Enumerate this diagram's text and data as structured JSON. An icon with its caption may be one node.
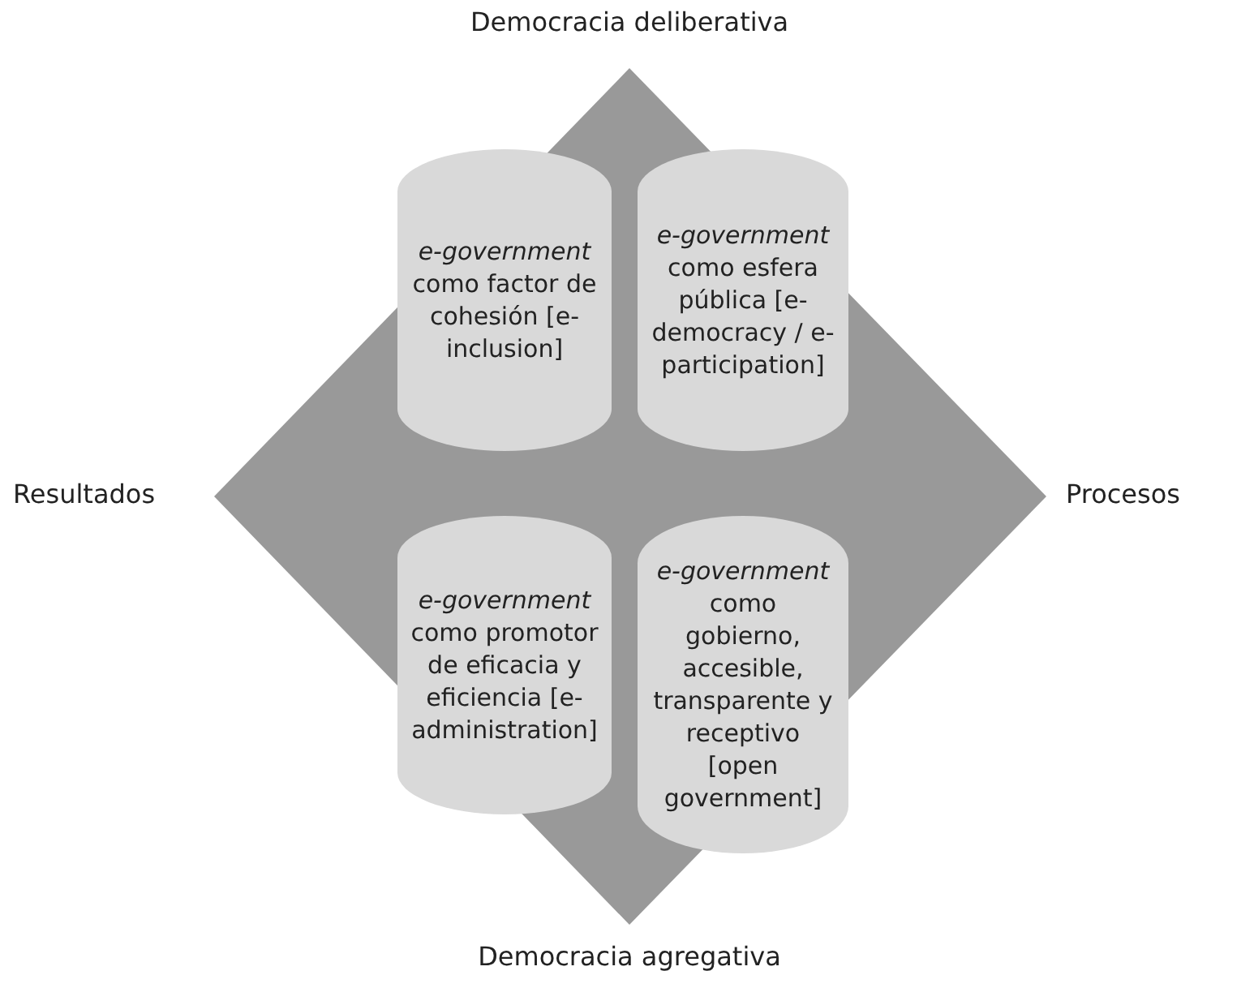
{
  "diagram": {
    "nodes": [
      {
        "text": [
          "*e-government* como factor de cohesión [e-inclusion]"
        ]
      },
      {
        "text": [
          "*e-government* como esfera pública [e-democracy / e-participation]"
        ]
      },
      {
        "text": [
          "*e-government* como promotor de eficacia y eficiencia [e-administration]"
        ]
      },
      {
        "text": [
          "*e-government* como gobierno, accesible, transparente y receptivo [open government]"
        ]
      }
    ],
    "labels": [
      "Democracia deliberativa",
      "Resultados",
      "Procesos",
      "Democracia agregativa"
    ]
  }
}
